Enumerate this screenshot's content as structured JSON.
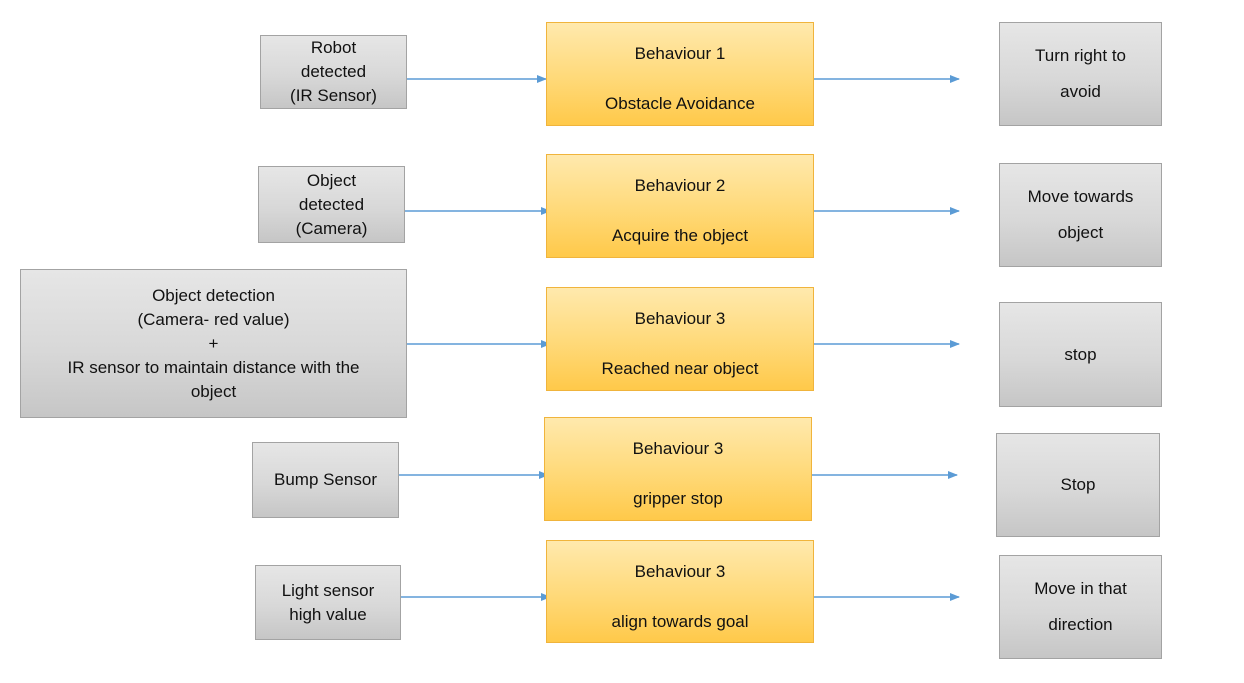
{
  "rows": [
    {
      "input": [
        "Robot",
        "detected",
        "(IR Sensor)"
      ],
      "behaviour_title": "Behaviour 1",
      "behaviour_sub": "Obstacle Avoidance",
      "output": [
        "Turn right to",
        "avoid"
      ]
    },
    {
      "input": [
        "Object",
        "detected",
        "(Camera)"
      ],
      "behaviour_title": "Behaviour 2",
      "behaviour_sub": "Acquire the object",
      "output": [
        "Move towards",
        "object"
      ]
    },
    {
      "input": [
        "Object detection",
        "(Camera- red value)",
        "+",
        "IR sensor to maintain distance with the",
        "object"
      ],
      "behaviour_title": "Behaviour 3",
      "behaviour_sub": "Reached near object",
      "output": [
        "stop"
      ]
    },
    {
      "input": [
        "Bump Sensor"
      ],
      "behaviour_title": "Behaviour 3",
      "behaviour_sub": "gripper  stop",
      "output": [
        "Stop"
      ]
    },
    {
      "input": [
        "Light sensor",
        "high value"
      ],
      "behaviour_title": "Behaviour 3",
      "behaviour_sub": "align towards goal",
      "output": [
        "Move in that",
        "direction"
      ]
    }
  ],
  "colors": {
    "input_fill": "#d8d8d8",
    "behaviour_fill": "#ffd978",
    "behaviour_border": "#f0b43c",
    "arrow": "#5b9bd5"
  }
}
